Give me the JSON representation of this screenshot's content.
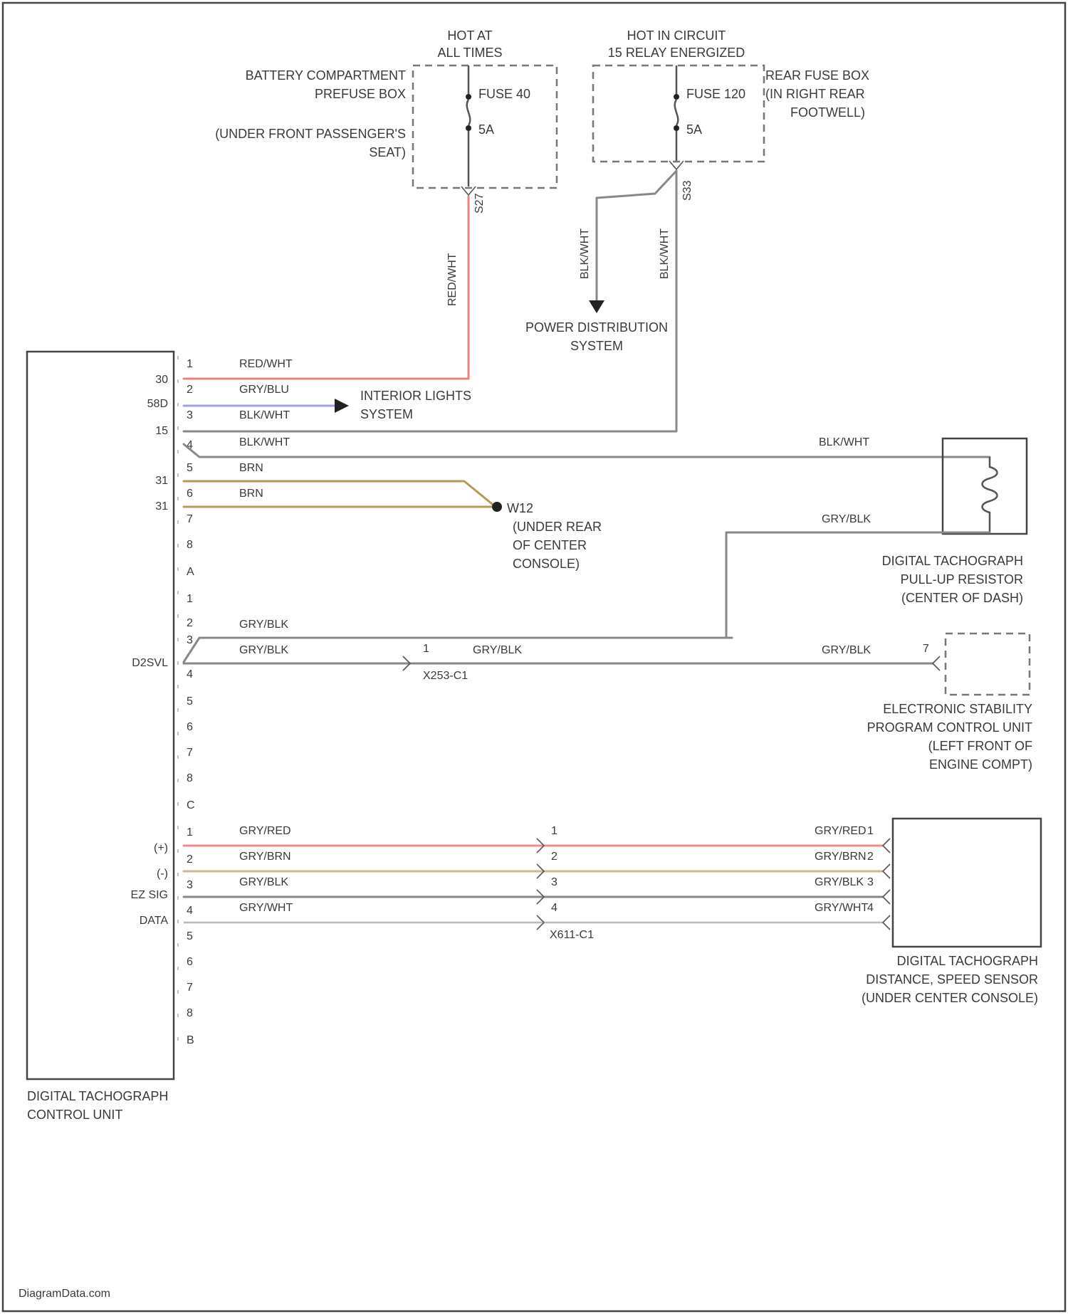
{
  "colors": {
    "red_wht": "#f08080",
    "gry_blu": "#9f9ff0",
    "gry_red": "#f08c8c",
    "brn": "#b39a5a",
    "gry_brn": "#c9bb8a",
    "black": "#222222",
    "gray": "#888888"
  },
  "labels": {
    "hot_at_all_times": [
      "HOT AT",
      "ALL TIMES"
    ],
    "hot_in_circuit": [
      "HOT IN CIRCUIT",
      "15 RELAY ENERGIZED"
    ],
    "battery_prefuse": [
      "BATTERY COMPARTMENT",
      "PREFUSE BOX"
    ],
    "under_front_pass_seat": [
      "(UNDER FRONT PASSENGER'S",
      "SEAT)"
    ],
    "fuse_40": "FUSE 40",
    "fuse_40_amp": "5A",
    "fuse_120": "FUSE 120",
    "fuse_120_amp": "5A",
    "rear_fuse_box": [
      "REAR FUSE BOX",
      "(IN RIGHT REAR",
      "FOOTWELL)"
    ],
    "power_distribution": [
      "POWER DISTRIBUTION",
      "SYSTEM"
    ],
    "interior_lights": [
      "INTERIOR LIGHTS",
      "SYSTEM"
    ],
    "ground_w12": "W12",
    "ground_w12_loc": [
      "(UNDER REAR",
      "OF CENTER",
      "CONSOLE)"
    ],
    "tacho_pullup": [
      "DIGITAL TACHOGRAPH",
      "PULL-UP RESISTOR",
      "(CENTER OF DASH)"
    ],
    "esp_unit": [
      "ELECTRONIC STABILITY",
      "PROGRAM CONTROL UNIT",
      "(LEFT FRONT OF",
      "ENGINE COMPT)"
    ],
    "tacho_speed_sensor": [
      "DIGITAL TACHOGRAPH",
      "DISTANCE, SPEED SENSOR",
      "(UNDER CENTER CONSOLE)"
    ],
    "tacho_control_unit": [
      "DIGITAL TACHOGRAPH",
      "CONTROL UNIT"
    ],
    "conn_x253": "X253-C1",
    "conn_x611": "X611-C1",
    "watermark": "DiagramData.com"
  },
  "wire_colors": {
    "red_wht": "RED/WHT",
    "gry_blu": "GRY/BLU",
    "blk_wht": "BLK/WHT",
    "brn": "BRN",
    "gry_blk": "GRY/BLK",
    "gry_red": "GRY/RED",
    "gry_brn": "GRY/BRN",
    "gry_wht": "GRY/WHT"
  },
  "pins": {
    "fuse40_out": "S27",
    "fuse120_out": "S33",
    "seven": "7"
  },
  "unit_pin_names": {
    "p30": "30",
    "p58d": "58D",
    "p15": "15",
    "p31a": "31",
    "p31b": "31",
    "serial": "D2SVL",
    "p_b": "(+)",
    "p_minus": "(-)",
    "ez": "EZ SIG",
    "data": "DATA"
  },
  "pin_rows": {
    "a": [
      "1",
      "2",
      "3",
      "4",
      "5",
      "6",
      "7",
      "8",
      "A"
    ],
    "b": [
      "1",
      "2",
      "3",
      "4",
      "5",
      "6",
      "7",
      "8",
      "C"
    ],
    "c": [
      "1",
      "2",
      "3",
      "4",
      "5",
      "6",
      "7",
      "8",
      "B"
    ]
  },
  "conn_pins": [
    "1",
    "2",
    "3",
    "4"
  ]
}
